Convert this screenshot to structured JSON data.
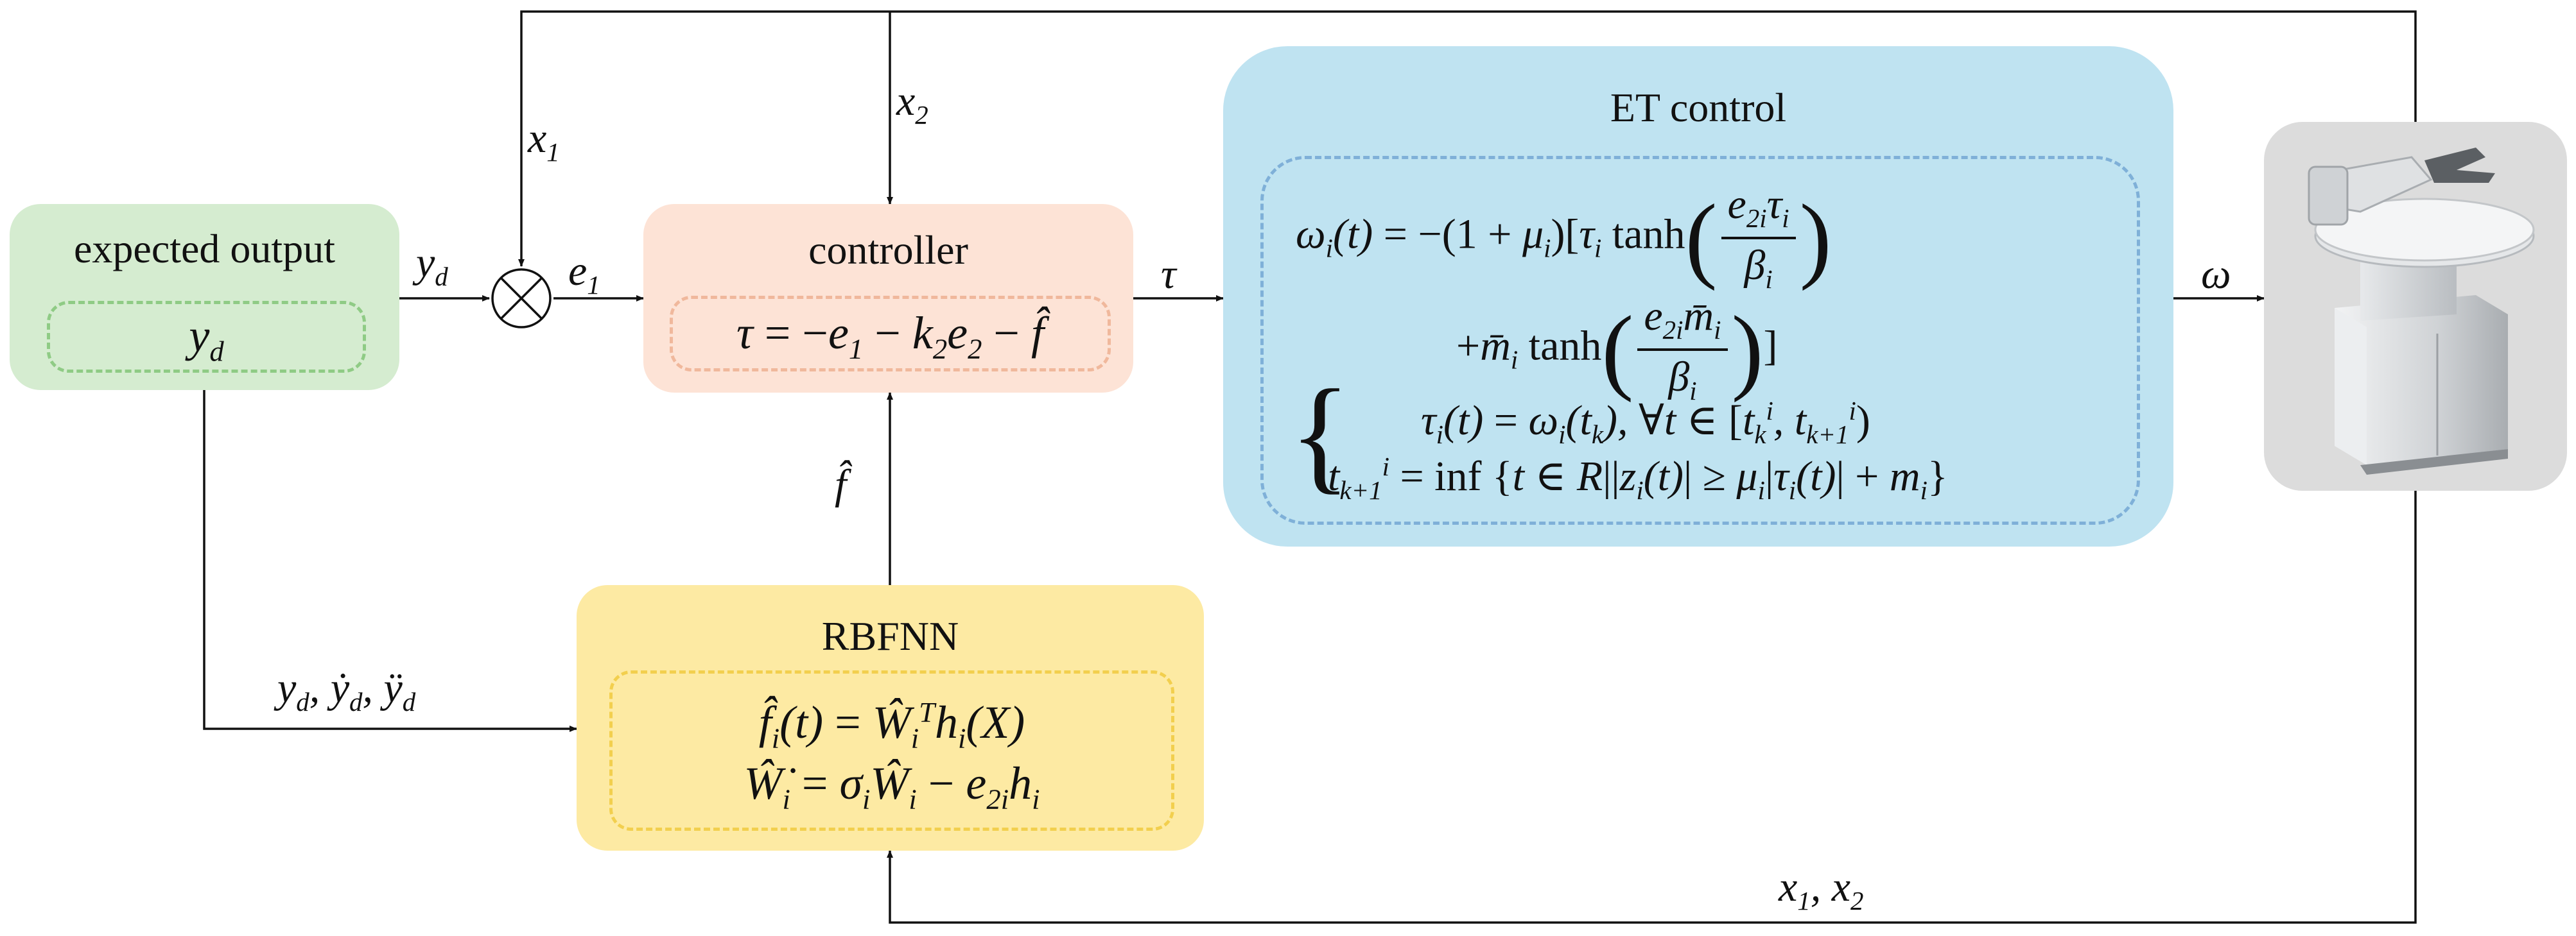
{
  "blocks": {
    "expected_output": {
      "title": "expected output",
      "content": "y_d"
    },
    "controller": {
      "title": "controller"
    },
    "et_control": {
      "title": "ET control"
    },
    "rbfnn": {
      "title": "RBFNN"
    }
  },
  "signals": {
    "yd": "y_d",
    "e1": "e_1",
    "x1": "x_1",
    "x2": "x_2",
    "tau": "τ",
    "fhat": "f̂",
    "omega": "ω",
    "yd_derivs": "y_d, ẏ_d, ÿ_d",
    "x1x2": "x_1, x_2"
  },
  "colors": {
    "expected_output_fill": "#d5ecd0",
    "expected_output_border": "#8fcb85",
    "controller_fill": "#fde3d6",
    "controller_border": "#f0b89c",
    "et_fill": "#bfe3f1",
    "et_border": "#7fb0d8",
    "rbfnn_fill": "#fdeaa3",
    "rbfnn_border": "#f2cf4e",
    "robot_bg": "#dcdcdc"
  },
  "icons": {
    "summing_junction": "circle-cross-icon",
    "robot": "scara-robot-arm-image"
  }
}
